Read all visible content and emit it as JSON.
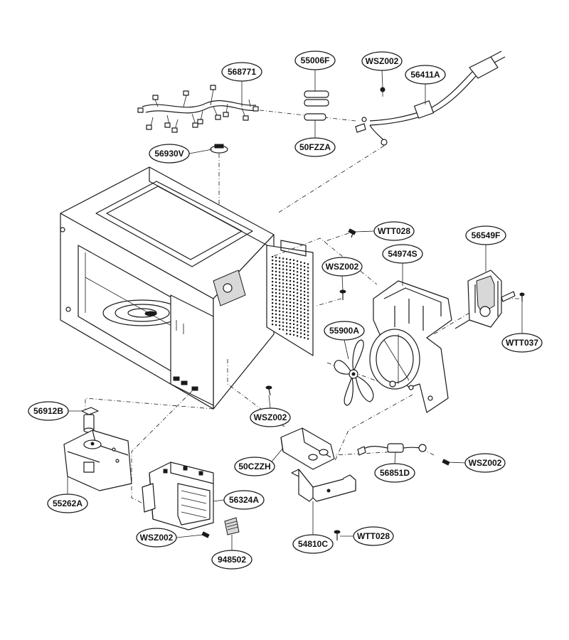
{
  "labels": {
    "p568771": "568771",
    "p55006F": "55006F",
    "p50FZZA": "50FZZA",
    "pWSZ002_top": "WSZ002",
    "p56411A": "56411A",
    "p56930V": "56930V",
    "pWTT028_top": "WTT028",
    "pWSZ002_mid": "WSZ002",
    "p54974S": "54974S",
    "p56549F": "56549F",
    "p55900A": "55900A",
    "pWTT037": "WTT037",
    "p56912B": "56912B",
    "pWSZ002_center": "WSZ002",
    "p55262A": "55262A",
    "p50CZZH": "50CZZH",
    "p56851D": "56851D",
    "pWSZ002_right": "WSZ002",
    "p56324A": "56324A",
    "pWSZ002_bottom": "WSZ002",
    "p948502": "948502",
    "p54810C": "54810C",
    "pWTT028_bottom": "WTT028"
  }
}
